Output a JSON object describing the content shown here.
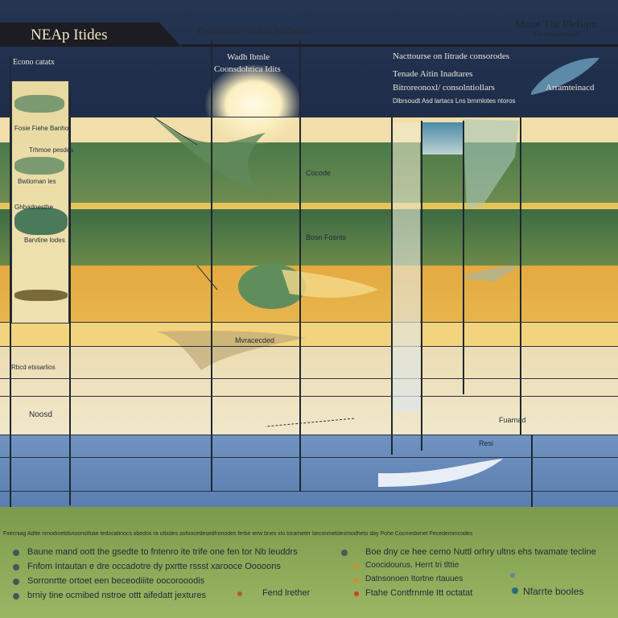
{
  "title": "NEAp Itides",
  "header_subtitle": "Fsomarwce wodnts lxxthorns",
  "top_right_title": "Mnae Ttit Plefiqm",
  "top_right_sub": "Fanntaan ltecds",
  "panel_left": {
    "heading": "Econo catatx",
    "legend_items": [
      "Fosie Fiehe Banho",
      "Trhmoe pesdes",
      "Bwtioman ies",
      "Ghbadnesthe",
      "Barvtine lodes"
    ],
    "labels": [
      "Rbcd etssarlios",
      "Noosd"
    ]
  },
  "center": {
    "top_label_1": "Wadh lbtnle",
    "top_label_2": "Coonsdohtica Idits",
    "label_cocoda": "Cocode",
    "label_fons": "Bosn Fosnts",
    "label_wranc": "Mvracecded"
  },
  "right_panel": {
    "title": "Nacttourse on Iitrade consorodes",
    "line1": "Tenade Aitin Inadtares",
    "line2": "Bitroreonoxl/ consolntiollars",
    "line3": "Arramteinacd",
    "line4": "Dlbrsoudt Asd lartacs Lns brnmlotes ntoros",
    "label_ravd": "Fuarnad",
    "label_resi": "Resi"
  },
  "footer_header": "Fxecniag Adtte nmodinetdsnoonsthiae tedocatinocs sbedos ra uttxdes asfoocedesedhonodes ferbe ierw bnex xlo torameter beconmetdesmodheto day Pohe Cocmedwriet Fecedemmcodes",
  "footer_items_left": [
    {
      "text": "Baune mand oott the gsedte to fntenro ite trife one fen tor Nb leuddrs",
      "color": "#3a5a5a"
    },
    {
      "text": "Fnfom Intautan e dre occadotre dy pxrtte rssst xarooce Ooooons",
      "color": "#3a5a5a"
    },
    {
      "text": "Sorronrtte ortoet een beceodiiite oocorooodis",
      "color": "#3a5a5a"
    },
    {
      "text": "brniy tine ocmibed nstroe ottt aifedatt jextures",
      "color": "#3a5a5a"
    }
  ],
  "footer_center_item": {
    "text": "Fend lrether",
    "color": "#b35a3a"
  },
  "footer_items_right": [
    {
      "text": "Boe dny ce hee cemo Nuttl orhry ultns ehs twamate tecline",
      "color": "#4a5a5a"
    },
    {
      "text": "Coocidourus. Herrt tri tlttie",
      "color": "#d98a2a"
    },
    {
      "text": "Datnsonoen Itortne rtauues",
      "color": "#d98a2a"
    },
    {
      "text": "Ftahe Contfrnmle Itt octatat",
      "color": "#c2452a"
    }
  ],
  "footer_far_right": {
    "text": "Nfarrte booles",
    "color": "#2a6a7a"
  },
  "colors": {
    "navy": "#1e2f4a",
    "sand": "#f1deaa",
    "green_dark": "#3d6a43",
    "green_mid": "#6a8a4a",
    "orange": "#e2a83c",
    "beige": "#efe3c2",
    "blue": "#6d8fbd",
    "grass": "#8ea85a"
  }
}
